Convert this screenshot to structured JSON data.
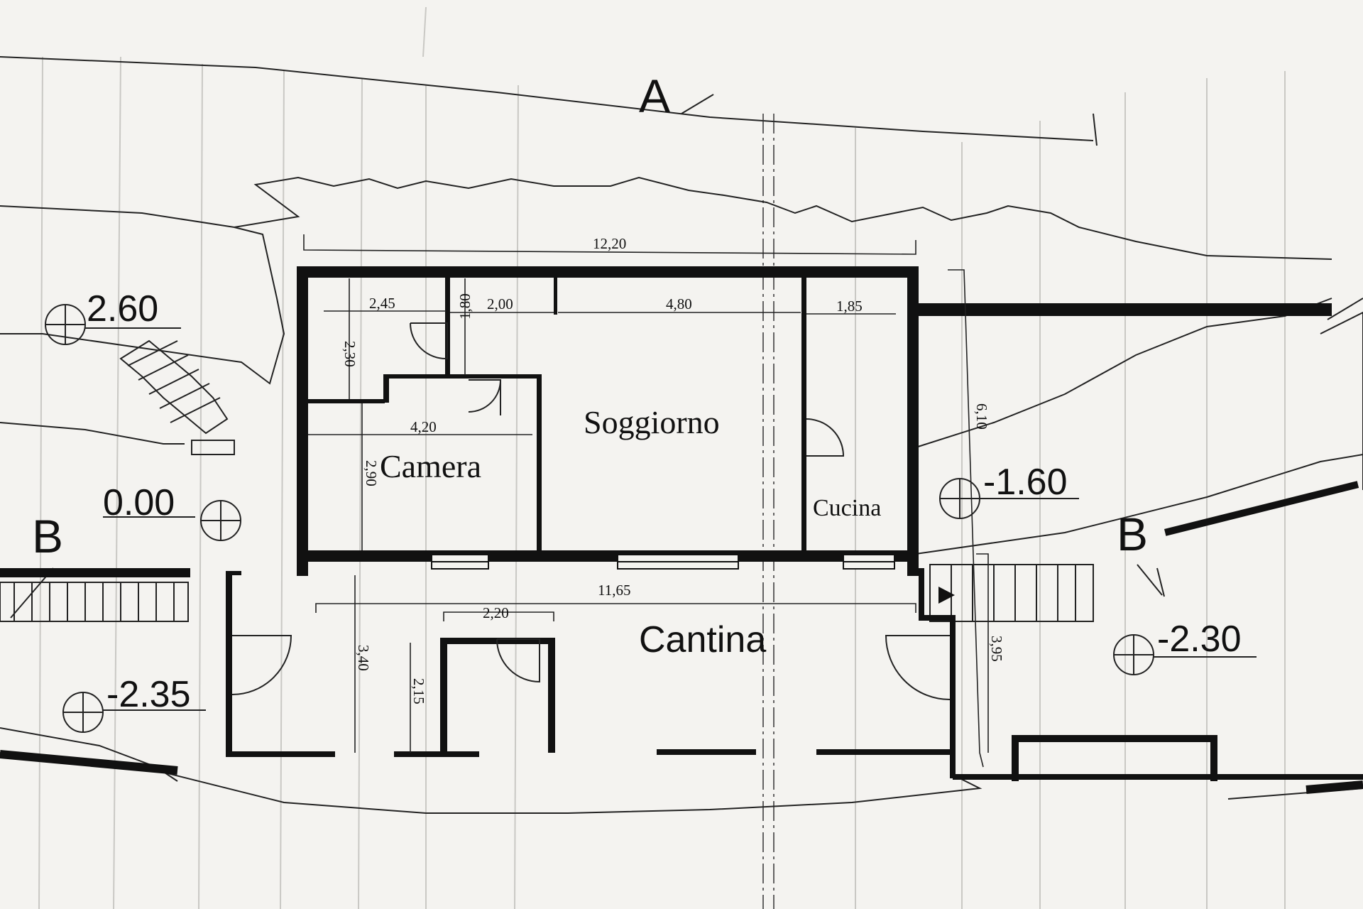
{
  "section_markers": {
    "a": "A",
    "b_left": "B",
    "b_right": "B"
  },
  "levels": {
    "l1": "2.60",
    "l2": "0.00",
    "l3": "-1.60",
    "l4": "-2.35",
    "l5": "-2.30"
  },
  "rooms": {
    "camera": "Camera",
    "soggiorno": "Soggiorno",
    "cucina": "Cucina",
    "cantina": "Cantina"
  },
  "dimensions": {
    "overall_width": "12,20",
    "d_2_45": "2,45",
    "d_2_00": "2,00",
    "d_4_80": "4,80",
    "d_1_85": "1,85",
    "d_2_30": "2,30",
    "d_1_80": "1,80",
    "d_4_20": "4,20",
    "d_2_90": "2,90",
    "d_6_10": "6,10",
    "d_11_65": "11,65",
    "d_2_20": "2,20",
    "d_3_40": "3,40",
    "d_2_15": "2,15",
    "d_3_95": "3,95"
  },
  "colors": {
    "ink": "#111111",
    "paper": "#f4f3f0",
    "grid": "#c9c8c4"
  }
}
